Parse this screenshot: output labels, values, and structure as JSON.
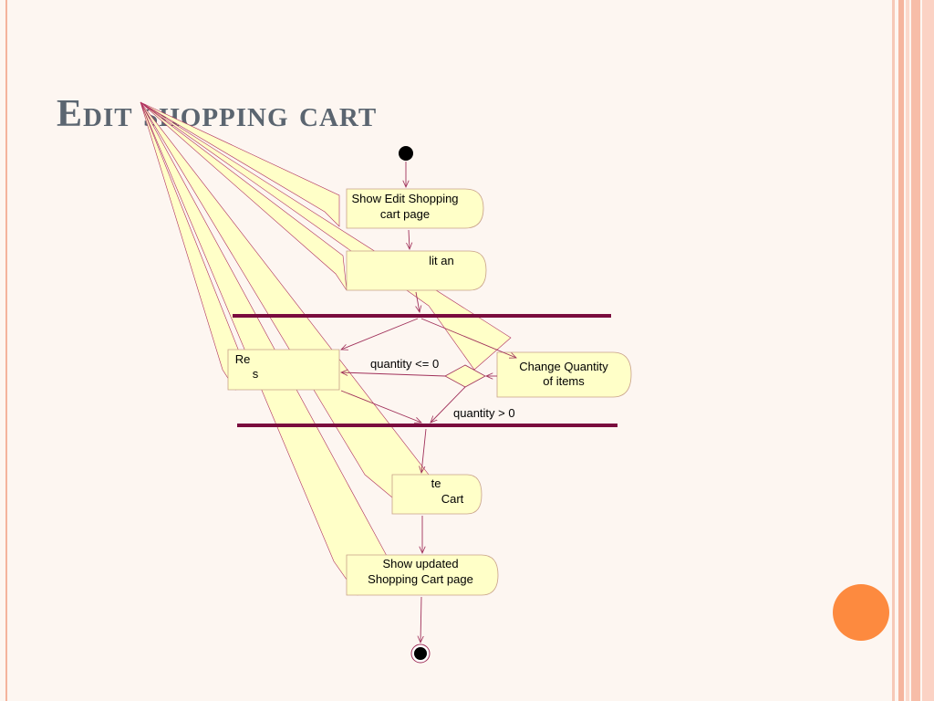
{
  "slide": {
    "title": "Edit shopping cart"
  },
  "diagram": {
    "activities": {
      "show_edit": [
        "Show Edit Shopping",
        "cart page"
      ],
      "edit_item": [
        "",
        "lit an"
      ],
      "remove": [
        "Re",
        "s"
      ],
      "change_qty": [
        "Change Quantity",
        "of items"
      ],
      "update_cart": [
        "te",
        "Cart"
      ],
      "show_updated": [
        "Show updated",
        "Shopping Cart page"
      ]
    },
    "guards": {
      "le_zero": "quantity <= 0",
      "gt_zero": "quantity > 0"
    }
  },
  "colors": {
    "bar": "#7a0c3e",
    "activity_fill": "#ffffcc",
    "edge": "#a0305a",
    "accent_circle": "#fd8a3f",
    "title": "#5b6570"
  }
}
